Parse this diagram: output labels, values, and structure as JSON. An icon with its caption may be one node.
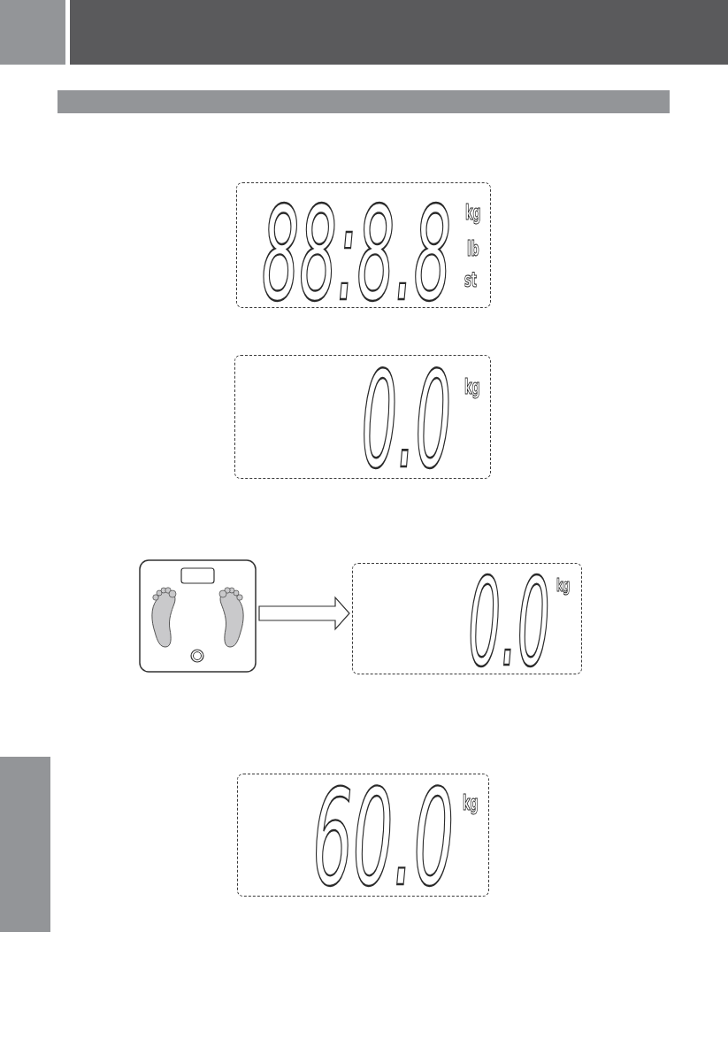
{
  "diagram": {
    "nodes": [
      {
        "text": [],
        "shape": "bar"
      },
      {
        "text": [
          "88:8.8",
          "kg",
          "lb",
          "st"
        ]
      },
      {
        "text": [
          "0.0",
          "kg"
        ]
      },
      {
        "text": [],
        "shape": "picture"
      },
      {
        "text": [
          "0.0",
          "kg"
        ]
      },
      {
        "text": [],
        "shape": "bar"
      },
      {
        "text": [
          "60.0",
          "kg"
        ]
      }
    ],
    "edges": [
      {
        "from": 3,
        "to": 4,
        "arrow": "to"
      }
    ]
  }
}
